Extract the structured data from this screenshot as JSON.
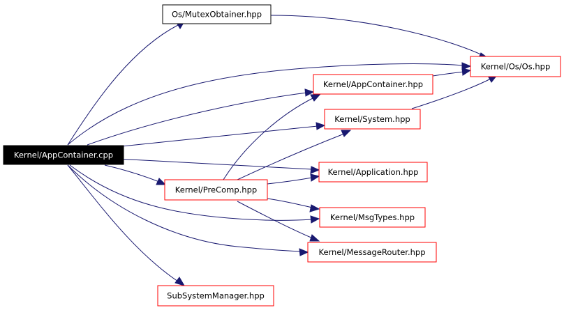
{
  "colors": {
    "root_fill": "#000000",
    "root_text": "#ffffff",
    "documented_border": "#000000",
    "include_border": "#ff0000",
    "edge": "#191970"
  },
  "nodes": {
    "app_container_cpp": "Kernel/AppContainer.cpp",
    "mutex_obtainer_hpp": "Os/MutexObtainer.hpp",
    "os_hpp": "Kernel/Os/Os.hpp",
    "app_container_hpp": "Kernel/AppContainer.hpp",
    "system_hpp": "Kernel/System.hpp",
    "application_hpp": "Kernel/Application.hpp",
    "precomp_hpp": "Kernel/PreComp.hpp",
    "msg_types_hpp": "Kernel/MsgTypes.hpp",
    "message_router_hpp": "Kernel/MessageRouter.hpp",
    "sub_system_manager_hpp": "SubSystemManager.hpp"
  }
}
